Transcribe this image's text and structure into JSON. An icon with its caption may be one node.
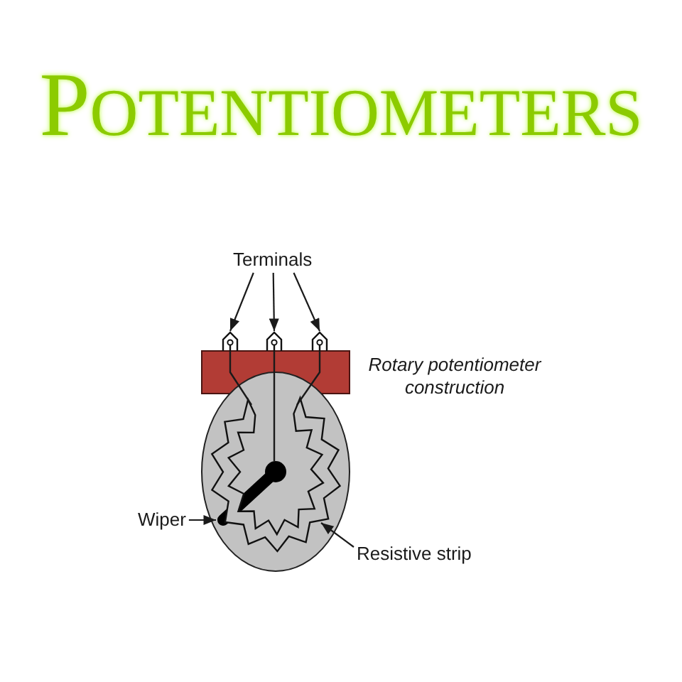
{
  "diagram": {
    "title": "POTENTIOMETERS",
    "caption": "Rotary potentiometer construction",
    "nodes": [
      {
        "text": [
          "Terminals"
        ]
      },
      {
        "text": [],
        "shape": "pentagon"
      },
      {
        "text": [],
        "shape": "pentagon"
      },
      {
        "text": [],
        "shape": "pentagon"
      },
      {
        "text": [
          "Wiper"
        ]
      },
      {
        "text": [],
        "shape": "bar"
      },
      {
        "text": [
          "Resistive strip"
        ]
      },
      {
        "text": [],
        "shape": "band"
      }
    ],
    "edges": [
      {
        "from": 0,
        "to": 1,
        "arrow": "to"
      },
      {
        "from": 0,
        "to": 2,
        "arrow": "to"
      },
      {
        "from": 0,
        "to": 3,
        "arrow": "to"
      },
      {
        "from": 4,
        "to": 5,
        "arrow": "to"
      },
      {
        "from": 6,
        "to": 7,
        "arrow": "to"
      },
      {
        "from": 1,
        "to": 7,
        "arrow": "none"
      },
      {
        "from": 2,
        "to": 5,
        "arrow": "none"
      },
      {
        "from": 3,
        "to": 7,
        "arrow": "none"
      }
    ]
  }
}
